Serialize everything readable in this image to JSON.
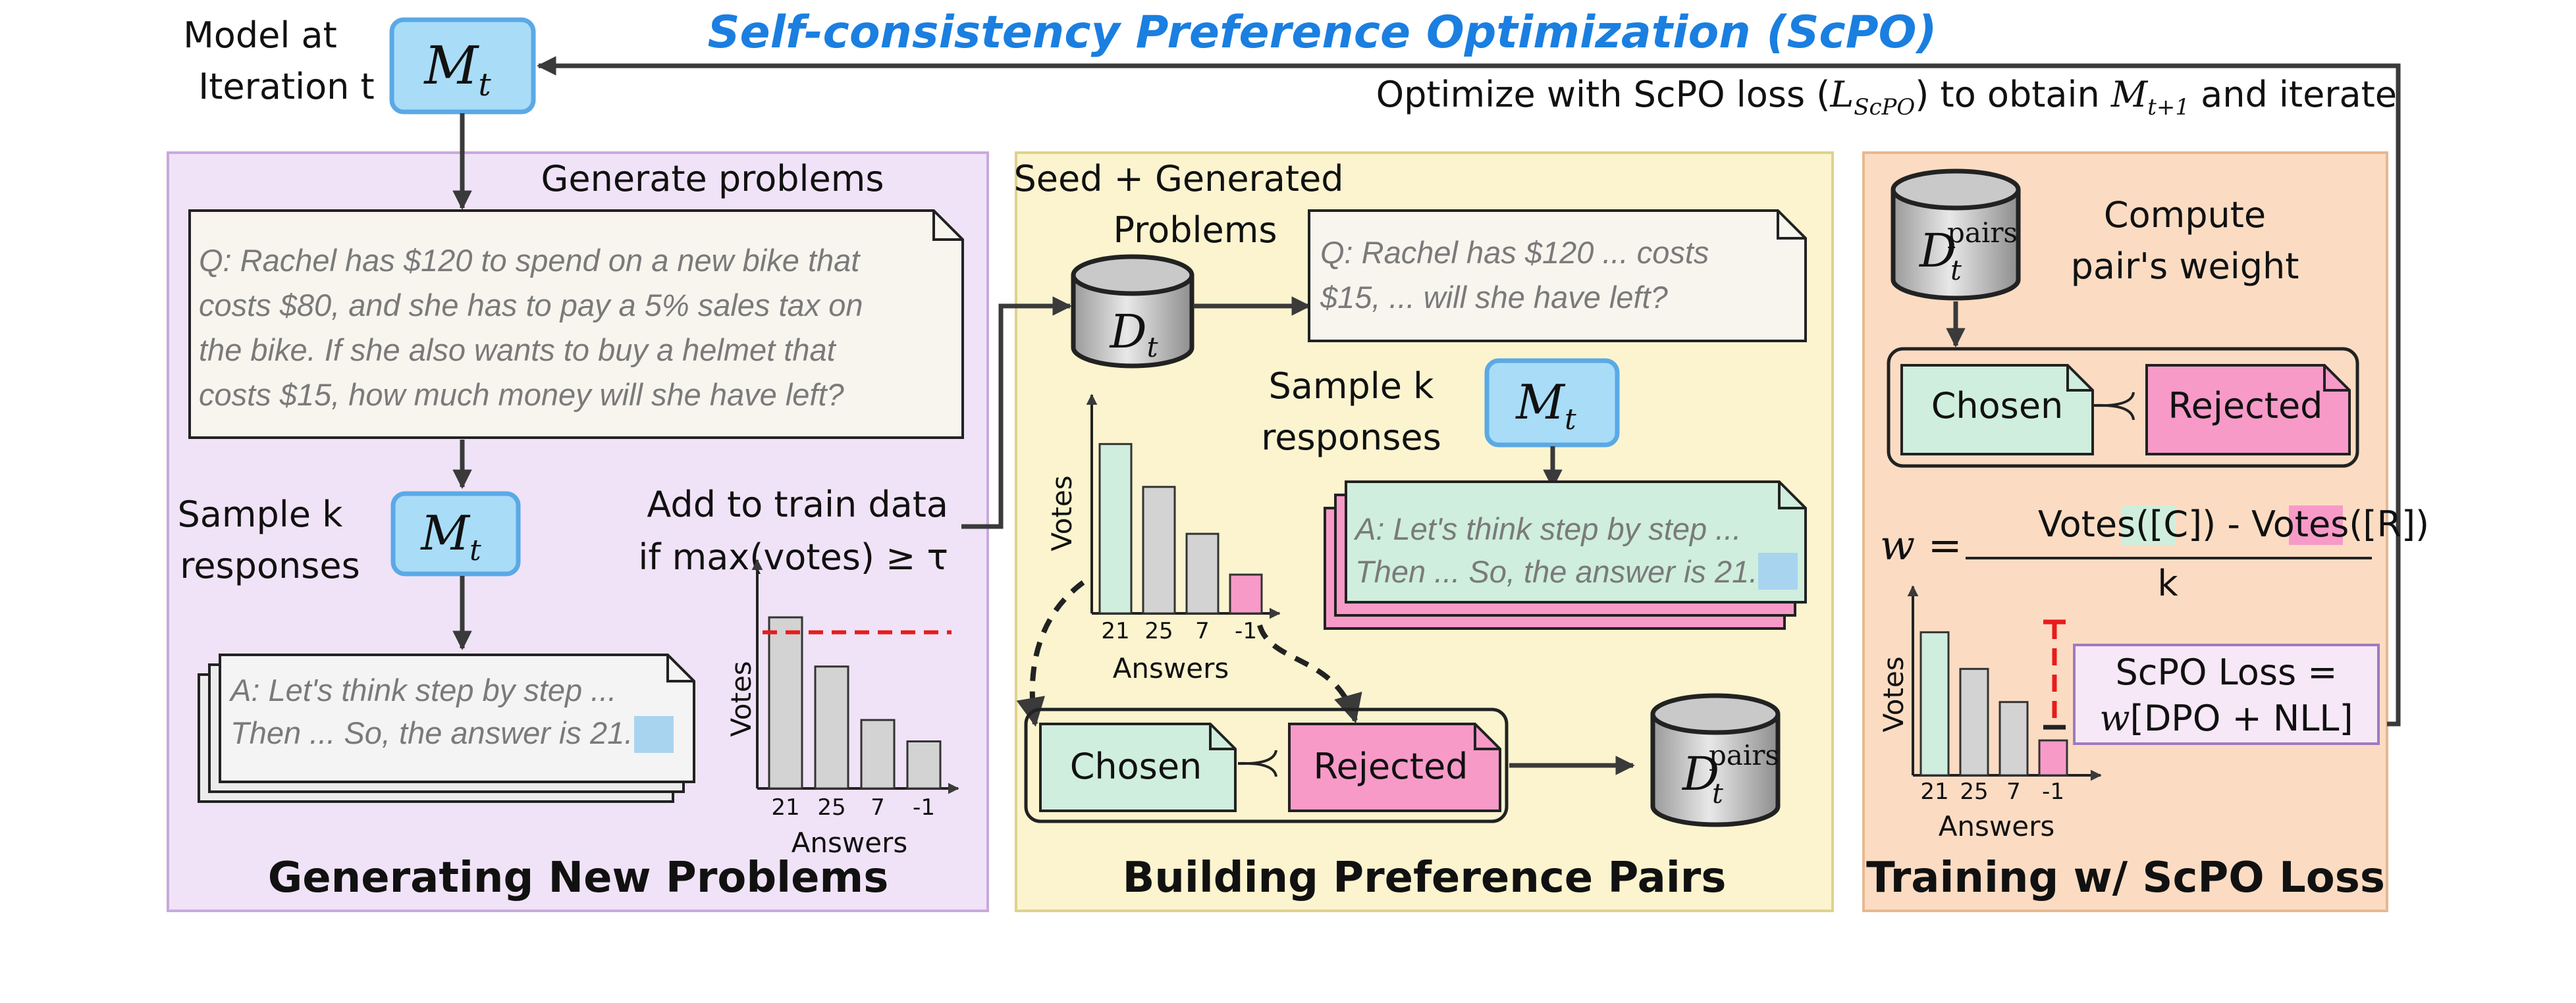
{
  "title": "Self-consistency Preference Optimization (ScPO)",
  "colors": {
    "title": "#1a7fe0",
    "panel_generate": "#f0e3f7",
    "panel_build": "#fbf4cf",
    "panel_train": "#fbdcc3",
    "model_fill": "#a9dcf7",
    "model_stroke": "#5aa9e6",
    "chosen": "#cfeedd",
    "rejected": "#f79ac8",
    "highlight": "#a9d4f0",
    "bar_gray": "#d3d3d3",
    "threshold": "#e81c1c",
    "arrow": "#3a3a3a"
  },
  "top": {
    "model_at_line1": "Model at",
    "model_at_line2": "Iteration t",
    "model_label": "M",
    "model_sub": "t",
    "optimize_text": "Optimize with ScPO loss (",
    "loss_symbol": "L",
    "loss_sub": "ScPO",
    "optimize_mid": ") to obtain",
    "next_model": "M",
    "next_sub": "t+1",
    "optimize_end": "and iterate"
  },
  "panel1": {
    "heading": "Generating New Problems",
    "generate_label": "Generate problems",
    "question_lines": [
      "Q: Rachel has $120 to spend on a new bike that",
      "costs $80, and she has to pay a 5% sales tax on",
      "the bike. If she also wants to buy a helmet that",
      "costs $15, how much money will she have left?"
    ],
    "sample_line1": "Sample k",
    "sample_line2": "responses",
    "answer_line1": "A: Let's think step by step ...",
    "answer_line2": "Then ... So, the answer is",
    "answer_value": "21",
    "answer_period": ".",
    "add_line1": "Add to train data",
    "add_line2": "if max(votes) ≥ τ",
    "ylabel": "Votes",
    "xlabel": "Answers"
  },
  "panel2": {
    "heading": "Building Preference Pairs",
    "seed_line1": "Seed + Generated",
    "seed_line2": "Problems",
    "db_label": "D",
    "db_sub": "t",
    "q_line1": "Q: Rachel has $120 ... costs",
    "q_line2": "$15, ...  will she have left?",
    "sample_line1": "Sample k",
    "sample_line2": "responses",
    "answer_line1": "A: Let's think step by step ...",
    "answer_line2": "Then ... So, the answer is",
    "answer_value": "21",
    "answer_period": ".",
    "ylabel": "Votes",
    "xlabel": "Answers",
    "chosen": "Chosen",
    "rejected": "Rejected",
    "pairs_label": "D",
    "pairs_sup": "pairs",
    "pairs_sub": "t"
  },
  "panel3": {
    "heading": "Training w/ ScPO Loss",
    "compute_line1": "Compute",
    "compute_line2": "pair's weight",
    "pairs_label": "D",
    "pairs_sup": "pairs",
    "pairs_sub": "t",
    "chosen": "Chosen",
    "rejected": "Rejected",
    "w_eq": "w =",
    "numer_votes1": "Votes(",
    "numer_c": "[C]",
    "numer_mid": ") - Votes(",
    "numer_r": "[R]",
    "numer_end": ")",
    "denominator": "k",
    "ylabel": "Votes",
    "xlabel": "Answers",
    "loss_line1": "ScPO Loss =",
    "loss_w": "w",
    "loss_line2": "[DPO + NLL]"
  },
  "chart_data": [
    {
      "type": "bar",
      "categories": [
        "21",
        "25",
        "7",
        "-1"
      ],
      "values": [
        8,
        5.7,
        3.2,
        2.2
      ],
      "ylim": [
        0,
        10
      ],
      "threshold": 7.3,
      "xlabel": "Answers",
      "ylabel": "Votes",
      "colors": [
        "#d3d3d3",
        "#d3d3d3",
        "#d3d3d3",
        "#d3d3d3"
      ]
    },
    {
      "type": "bar",
      "categories": [
        "21",
        "25",
        "7",
        "-1"
      ],
      "values": [
        8.3,
        6.2,
        3.9,
        1.9
      ],
      "ylim": [
        0,
        10
      ],
      "xlabel": "Answers",
      "ylabel": "Votes",
      "colors": [
        "#cfeedd",
        "#d3d3d3",
        "#d3d3d3",
        "#f79ac8"
      ]
    },
    {
      "type": "bar",
      "categories": [
        "21",
        "25",
        "7",
        "-1"
      ],
      "values": [
        8.2,
        6.1,
        4.2,
        2.0
      ],
      "ylim": [
        0,
        10
      ],
      "xlabel": "Answers",
      "ylabel": "Votes",
      "colors": [
        "#cfeedd",
        "#d3d3d3",
        "#d3d3d3",
        "#f79ac8"
      ]
    }
  ]
}
